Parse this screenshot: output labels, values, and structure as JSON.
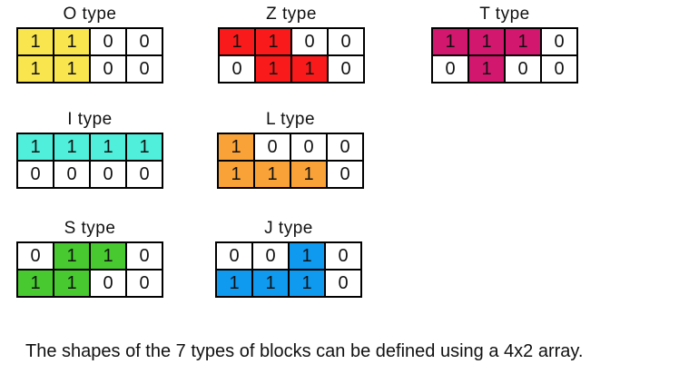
{
  "caption": "The shapes of the 7 types of blocks can be defined using a 4x2 array.",
  "grid_shape": {
    "columns": 4,
    "rows": 2
  },
  "blocks": [
    {
      "id": "o",
      "label": "O type",
      "color": "#F9E64F",
      "rows": [
        [
          1,
          1,
          0,
          0
        ],
        [
          1,
          1,
          0,
          0
        ]
      ]
    },
    {
      "id": "z",
      "label": "Z type",
      "color": "#F91B1B",
      "rows": [
        [
          1,
          1,
          0,
          0
        ],
        [
          0,
          1,
          1,
          0
        ]
      ]
    },
    {
      "id": "t",
      "label": "T type",
      "color": "#D2186E",
      "rows": [
        [
          1,
          1,
          1,
          0
        ],
        [
          0,
          1,
          0,
          0
        ]
      ]
    },
    {
      "id": "i",
      "label": "I type",
      "color": "#4FEFDB",
      "rows": [
        [
          1,
          1,
          1,
          1
        ],
        [
          0,
          0,
          0,
          0
        ]
      ]
    },
    {
      "id": "l",
      "label": "L type",
      "color": "#F9A238",
      "rows": [
        [
          1,
          0,
          0,
          0
        ],
        [
          1,
          1,
          1,
          0
        ]
      ]
    },
    {
      "id": "s",
      "label": "S type",
      "color": "#48C930",
      "rows": [
        [
          0,
          1,
          1,
          0
        ],
        [
          1,
          1,
          0,
          0
        ]
      ]
    },
    {
      "id": "j",
      "label": "J type",
      "color": "#0F9AEF",
      "rows": [
        [
          0,
          0,
          1,
          0
        ],
        [
          1,
          1,
          1,
          0
        ]
      ]
    }
  ],
  "cell_colors": {
    "filled_text": "#111111",
    "empty_background": "#ffffff",
    "border": "#000000"
  }
}
